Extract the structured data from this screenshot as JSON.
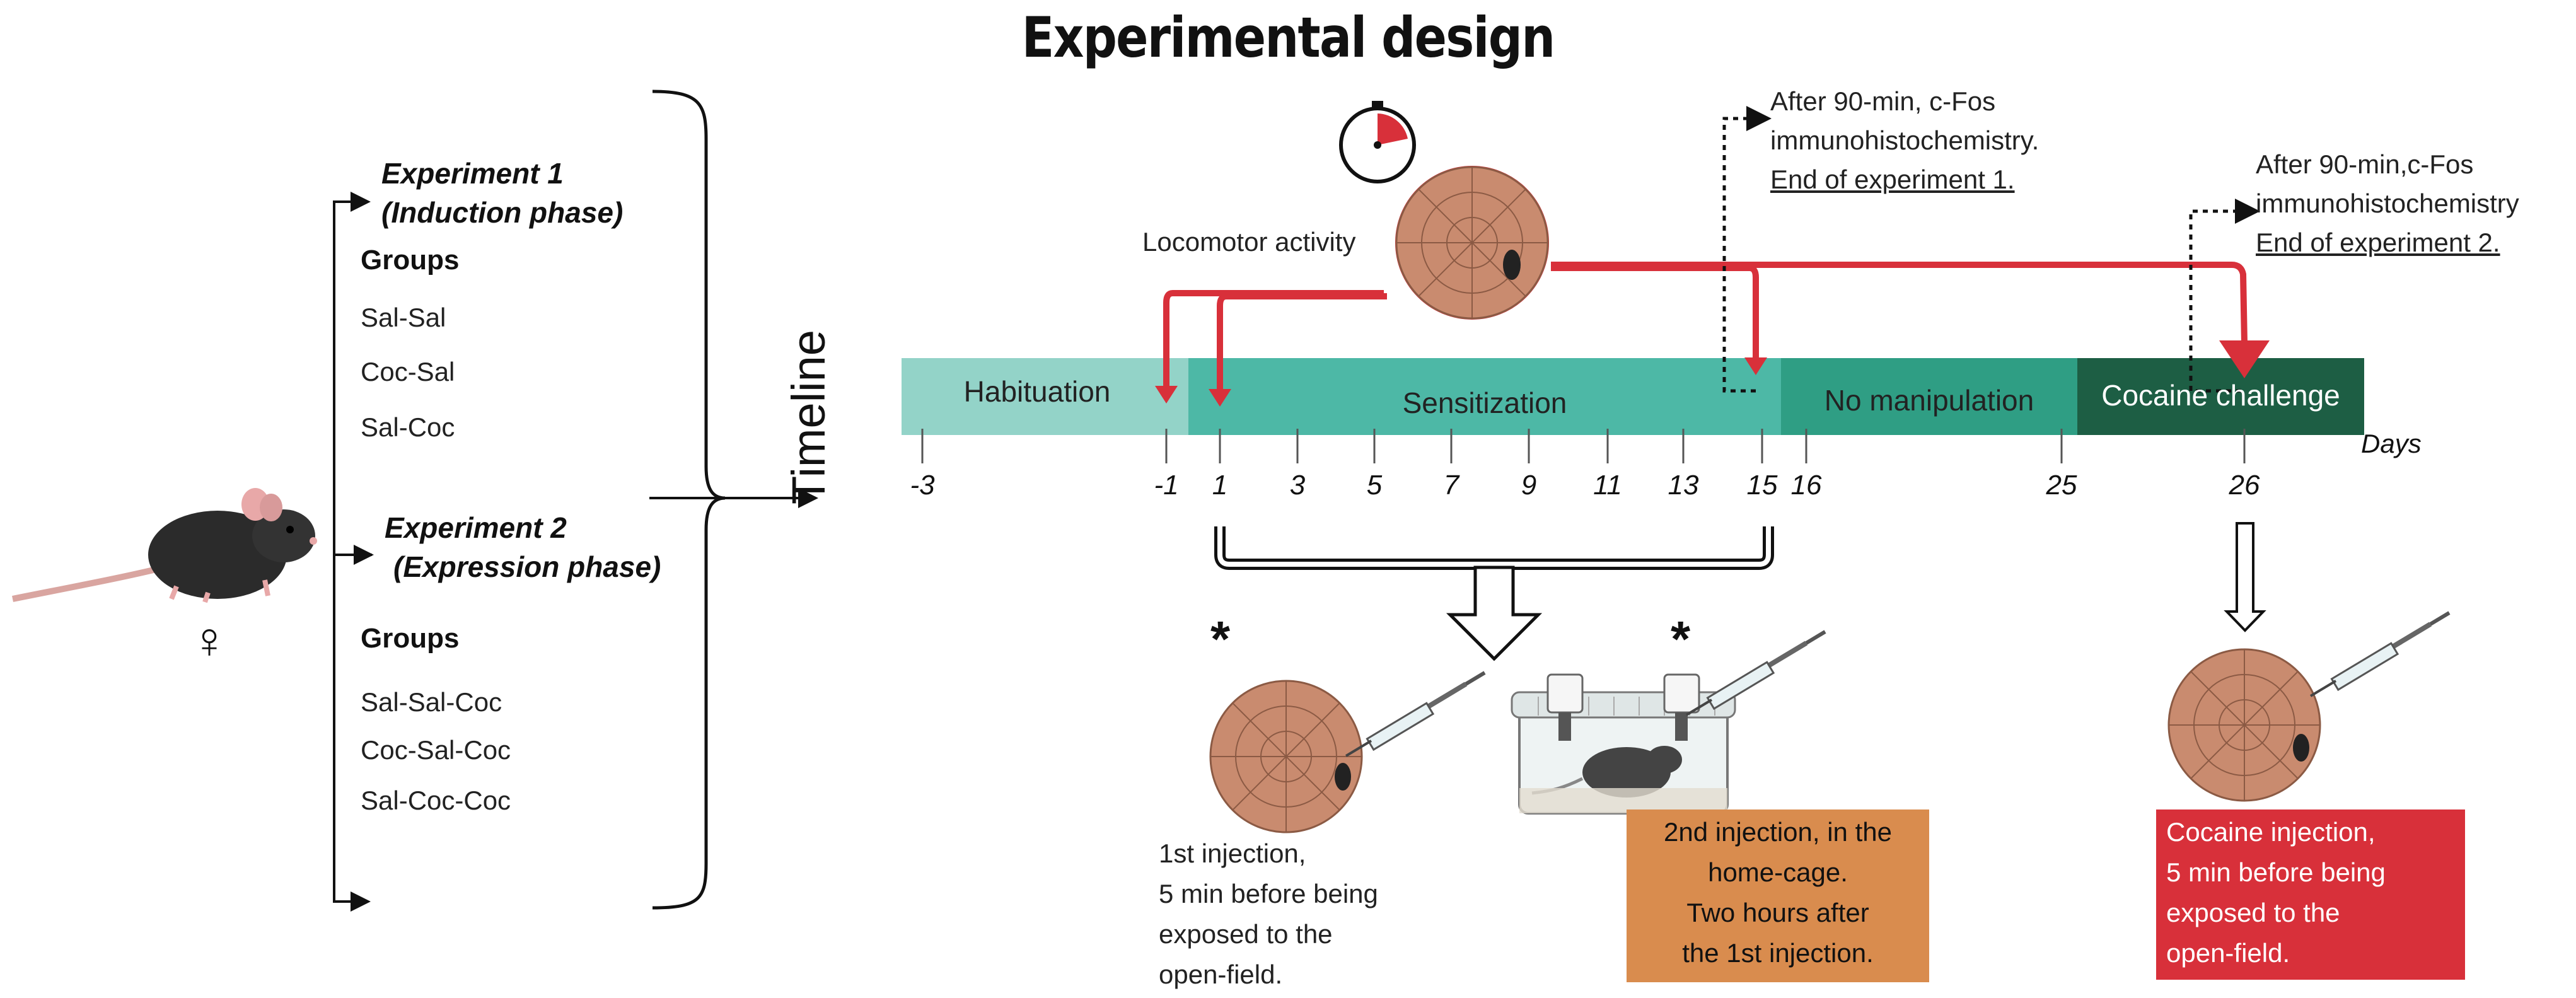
{
  "title": "Experimental design",
  "experiment1": {
    "title_line1": "Experiment 1",
    "title_line2": "(Induction phase)",
    "groups_header": "Groups",
    "groups": [
      "Sal-Sal",
      "Coc-Sal",
      "Sal-Coc"
    ]
  },
  "experiment2": {
    "title_line1": "Experiment 2",
    "title_line2": "(Expression phase)",
    "groups_header": "Groups",
    "groups": [
      "Sal-Sal-Coc",
      "Coc-Sal-Coc",
      "Sal-Coc-Coc"
    ]
  },
  "female_symbol": "♀",
  "timeline_label": "Timeline",
  "locomotor_label": "Locomotor activity",
  "phases": [
    {
      "label": "Habituation",
      "color": "#93d3c8"
    },
    {
      "label": "Sensitization",
      "color": "#4db8a6"
    },
    {
      "label": "No manipulation",
      "color": "#2f9e84"
    },
    {
      "label": "Cocaine challenge",
      "color": "#1d5e44"
    }
  ],
  "days_label": "Days",
  "day_ticks": [
    "-3",
    "-1",
    "1",
    "3",
    "5",
    "7",
    "9",
    "11",
    "13",
    "15",
    "16",
    "25",
    "26"
  ],
  "note1": {
    "line1": "After 90-min, c-Fos",
    "line2": "immunohistochemistry.",
    "line3": "End of experiment 1."
  },
  "note2": {
    "line1": "After 90-min,c-Fos",
    "line2": "immunohistochemistry",
    "line3": "End of experiment 2."
  },
  "star": "*",
  "first_injection": {
    "line1": "1st injection,",
    "line2": "5 min before being",
    "line3": "exposed to the",
    "line4": "open-field."
  },
  "second_injection": {
    "line1": "2nd injection, in the",
    "line2": "home-cage.",
    "line3": "Two hours after",
    "line4": "the 1st injection."
  },
  "cocaine_injection": {
    "line1": "Cocaine injection,",
    "line2": "5 min before being",
    "line3": "exposed to the",
    "line4": "open-field."
  },
  "colors": {
    "arrow_red": "#d8303a",
    "orange_box": "#d98c4e",
    "red_box": "#d8303a",
    "arena": "#c98b6f"
  }
}
